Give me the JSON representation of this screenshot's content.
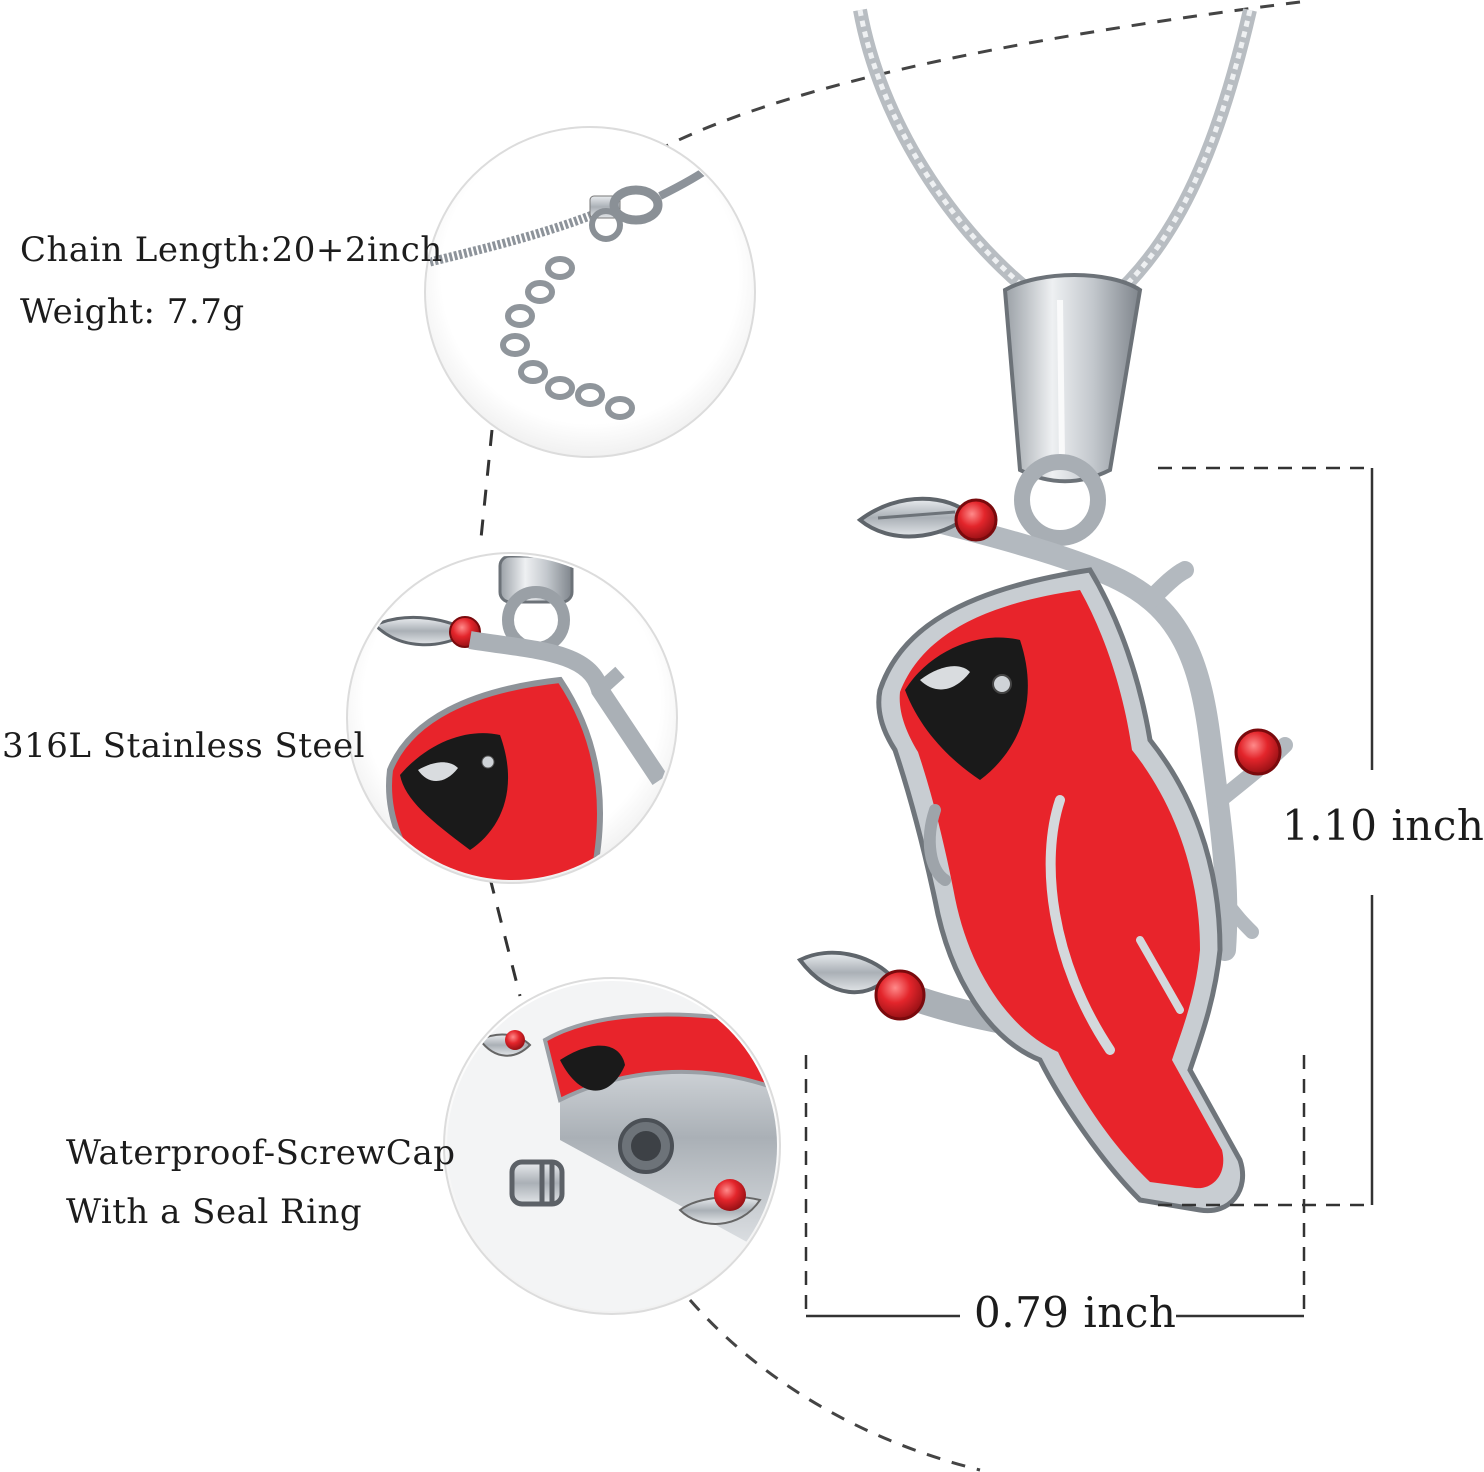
{
  "features": {
    "chain_length": "Chain Length:20+2inch",
    "weight": "Weight: 7.7g",
    "material": "316L Stainless Steel",
    "cap_line1": "Waterproof-ScrewCap",
    "cap_line2": "With a Seal Ring"
  },
  "dimensions": {
    "height": "1.10 inch",
    "width": "0.79 inch"
  },
  "colors": {
    "enamel_red": "#e8242b",
    "enamel_black": "#1a1a1a",
    "silver": "#c9cdd2",
    "silver_dark": "#7d838a",
    "gem_red": "#d81c22"
  }
}
